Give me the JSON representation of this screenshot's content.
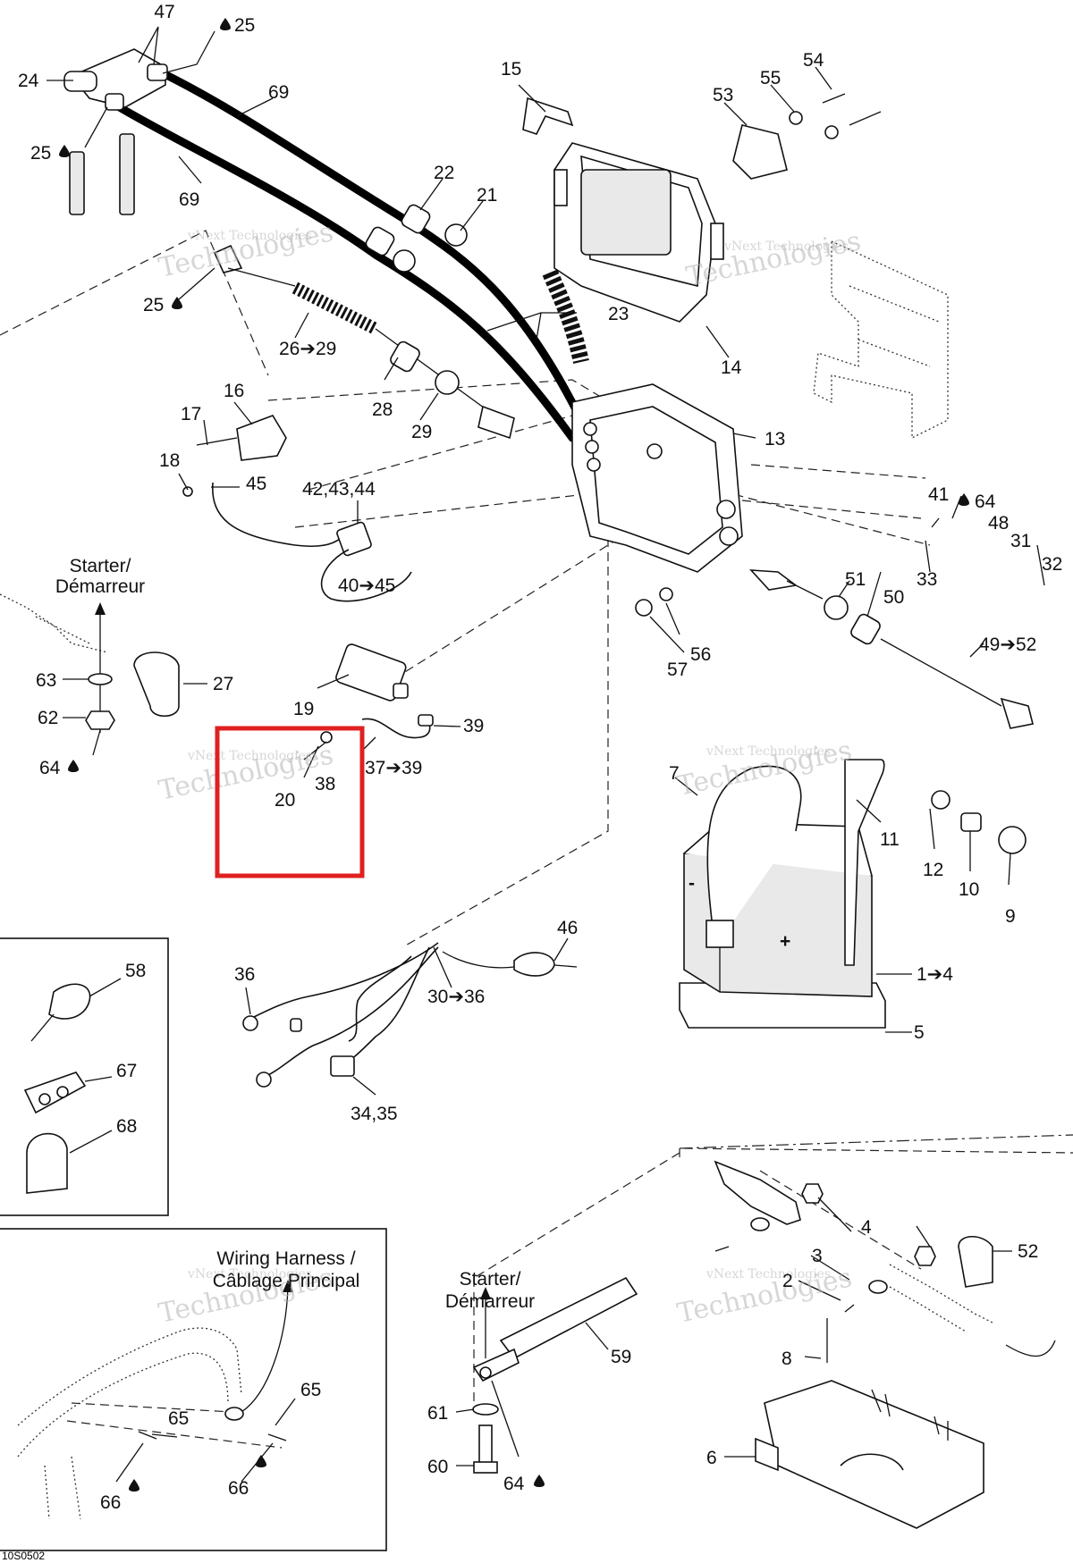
{
  "figure_code": "10S0502",
  "watermark": {
    "line1": "vNext Technologies",
    "line2": "Technologies"
  },
  "labels": {
    "starter_top": [
      "Starter/",
      "Démarreur"
    ],
    "starter_bottom": [
      "Starter/",
      "Démarreur"
    ],
    "wiring_harness": [
      "Wiring Harness /",
      "Câblage Principal"
    ]
  },
  "callouts": [
    {
      "id": "c47",
      "text": "47"
    },
    {
      "id": "c25a",
      "text": "25"
    },
    {
      "id": "c24",
      "text": "24"
    },
    {
      "id": "c69a",
      "text": "69"
    },
    {
      "id": "c25b",
      "text": "25"
    },
    {
      "id": "c69b",
      "text": "69"
    },
    {
      "id": "c22",
      "text": "22"
    },
    {
      "id": "c21",
      "text": "21"
    },
    {
      "id": "c25c",
      "text": "25"
    },
    {
      "id": "c26",
      "text": "26➔29"
    },
    {
      "id": "c23",
      "text": "23"
    },
    {
      "id": "c15",
      "text": "15"
    },
    {
      "id": "c53",
      "text": "53"
    },
    {
      "id": "c55",
      "text": "55"
    },
    {
      "id": "c54",
      "text": "54"
    },
    {
      "id": "c14",
      "text": "14"
    },
    {
      "id": "c16",
      "text": "16"
    },
    {
      "id": "c17",
      "text": "17"
    },
    {
      "id": "c28",
      "text": "28"
    },
    {
      "id": "c29",
      "text": "29"
    },
    {
      "id": "c13",
      "text": "13"
    },
    {
      "id": "c18",
      "text": "18"
    },
    {
      "id": "c45",
      "text": "45"
    },
    {
      "id": "c42",
      "text": "42,43,44"
    },
    {
      "id": "c40",
      "text": "40➔45"
    },
    {
      "id": "c41",
      "text": "41"
    },
    {
      "id": "c64a",
      "text": "64"
    },
    {
      "id": "c48",
      "text": "48"
    },
    {
      "id": "c31",
      "text": "31"
    },
    {
      "id": "c32",
      "text": "32"
    },
    {
      "id": "c33",
      "text": "33"
    },
    {
      "id": "c51",
      "text": "51"
    },
    {
      "id": "c50",
      "text": "50"
    },
    {
      "id": "c56",
      "text": "56"
    },
    {
      "id": "c57",
      "text": "57"
    },
    {
      "id": "c49",
      "text": "49➔52"
    },
    {
      "id": "c63",
      "text": "63"
    },
    {
      "id": "c27",
      "text": "27"
    },
    {
      "id": "c62",
      "text": "62"
    },
    {
      "id": "c64b",
      "text": "64"
    },
    {
      "id": "c19",
      "text": "19"
    },
    {
      "id": "c39",
      "text": "39"
    },
    {
      "id": "c37",
      "text": "37➔39"
    },
    {
      "id": "c38",
      "text": "38"
    },
    {
      "id": "c20",
      "text": "20"
    },
    {
      "id": "c7",
      "text": "7"
    },
    {
      "id": "c11",
      "text": "11"
    },
    {
      "id": "c12",
      "text": "12"
    },
    {
      "id": "c10",
      "text": "10"
    },
    {
      "id": "c9",
      "text": "9"
    },
    {
      "id": "c1",
      "text": "1➔4"
    },
    {
      "id": "c5",
      "text": "5"
    },
    {
      "id": "c46",
      "text": "46"
    },
    {
      "id": "c36",
      "text": "36"
    },
    {
      "id": "c30",
      "text": "30➔36"
    },
    {
      "id": "c34",
      "text": "34,35"
    },
    {
      "id": "c58",
      "text": "58"
    },
    {
      "id": "c67",
      "text": "67"
    },
    {
      "id": "c68",
      "text": "68"
    },
    {
      "id": "c4",
      "text": "4"
    },
    {
      "id": "c52",
      "text": "52"
    },
    {
      "id": "c3",
      "text": "3"
    },
    {
      "id": "c2",
      "text": "2"
    },
    {
      "id": "c59",
      "text": "59"
    },
    {
      "id": "c8",
      "text": "8"
    },
    {
      "id": "c61",
      "text": "61"
    },
    {
      "id": "c60",
      "text": "60"
    },
    {
      "id": "c64c",
      "text": "64"
    },
    {
      "id": "c6",
      "text": "6"
    },
    {
      "id": "c65a",
      "text": "65"
    },
    {
      "id": "c65b",
      "text": "65"
    },
    {
      "id": "c66a",
      "text": "66"
    },
    {
      "id": "c66b",
      "text": "66"
    }
  ],
  "battery_signs": {
    "minus": "-",
    "plus": "+"
  },
  "highlight_color": "#e02020"
}
